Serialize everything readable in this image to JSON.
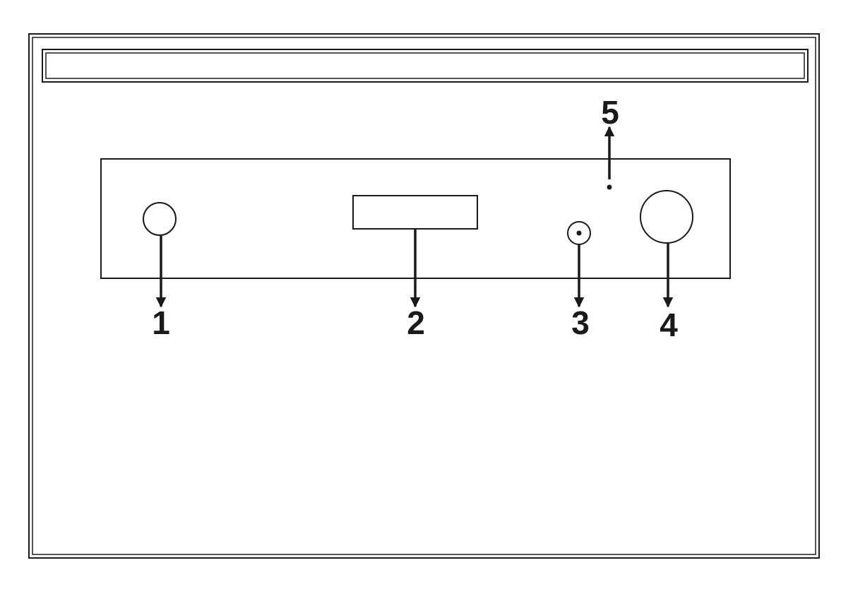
{
  "header": {
    "title": ""
  },
  "callouts": [
    {
      "number": "1",
      "part": "round-button"
    },
    {
      "number": "2",
      "part": "display-window"
    },
    {
      "number": "3",
      "part": "small-jack"
    },
    {
      "number": "4",
      "part": "large-knob"
    },
    {
      "number": "5",
      "part": "indicator-light"
    }
  ],
  "colors": {
    "line": "#1a1a1a",
    "background": "#ffffff"
  }
}
